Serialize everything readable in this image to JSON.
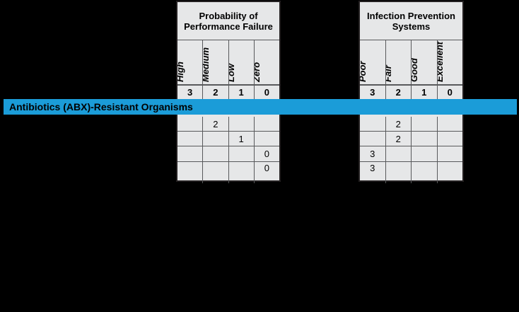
{
  "banner": {
    "label": "Antibiotics (ABX)-Resistant Organisms",
    "color": "#1b9cd8"
  },
  "colors": {
    "cell_fill": "#e6e7e8",
    "border": "#231f20",
    "grid": "#58595b",
    "background": "#000000"
  },
  "tables": [
    {
      "id": "probability-of-performance-failure",
      "title": "Probability of\nPerformance Failure",
      "title_line1": "Probability of",
      "title_line2": "Performance Failure",
      "columns": [
        {
          "label": "High",
          "weight": "3"
        },
        {
          "label": "Medium",
          "weight": "2"
        },
        {
          "label": "Low",
          "weight": "1"
        },
        {
          "label": "Zero",
          "weight": "0"
        }
      ],
      "rows": [
        [
          "",
          "2",
          "",
          ""
        ],
        [
          "",
          "",
          "1",
          ""
        ],
        [
          "",
          "",
          "",
          "0"
        ],
        [
          "",
          "",
          "",
          "0"
        ]
      ]
    },
    {
      "id": "infection-prevention-systems",
      "title": "Infection Prevention\nSystems",
      "title_line1": "Infection Prevention",
      "title_line2": "Systems",
      "columns": [
        {
          "label": "Poor",
          "weight": "3"
        },
        {
          "label": "Fair",
          "weight": "2"
        },
        {
          "label": "Good",
          "weight": "1"
        },
        {
          "label": "Excellent",
          "weight": "0"
        }
      ],
      "rows": [
        [
          "",
          "2",
          "",
          ""
        ],
        [
          "",
          "2",
          "",
          ""
        ],
        [
          "3",
          "",
          "",
          ""
        ],
        [
          "3",
          "",
          "",
          ""
        ]
      ]
    }
  ]
}
